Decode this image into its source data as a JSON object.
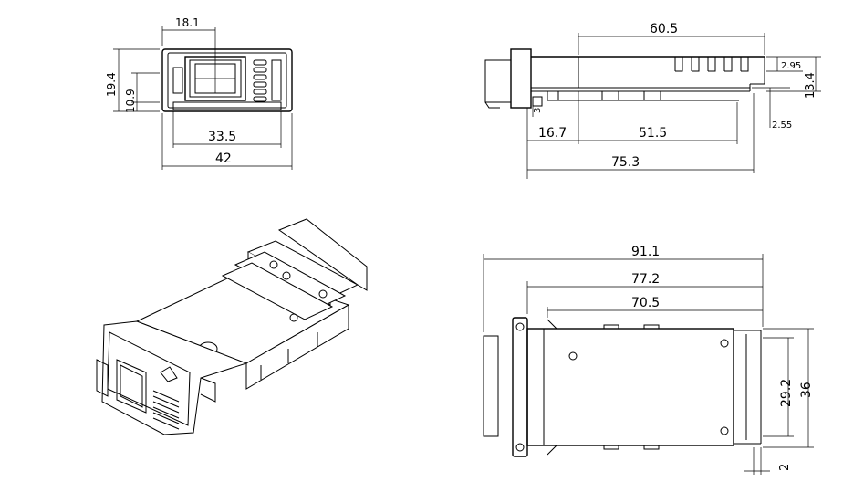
{
  "front_view": {
    "dims": {
      "top_width": "18.1",
      "height_outer": "19.4",
      "height_inner": "10.9",
      "inner_width": "33.5",
      "outer_width": "42"
    }
  },
  "side_view": {
    "dims": {
      "top_length": "60.5",
      "fin_gap": "2.95",
      "height": "13.4",
      "tab_small": "3",
      "bottom_thk": "2.55",
      "front_len": "16.7",
      "mid_len": "51.5",
      "total_len": "75.3"
    }
  },
  "top_view": {
    "dims": {
      "overall": "91.1",
      "mid": "77.2",
      "inner": "70.5",
      "width_inner": "29.2",
      "width_outer": "36",
      "flange": "2"
    }
  }
}
